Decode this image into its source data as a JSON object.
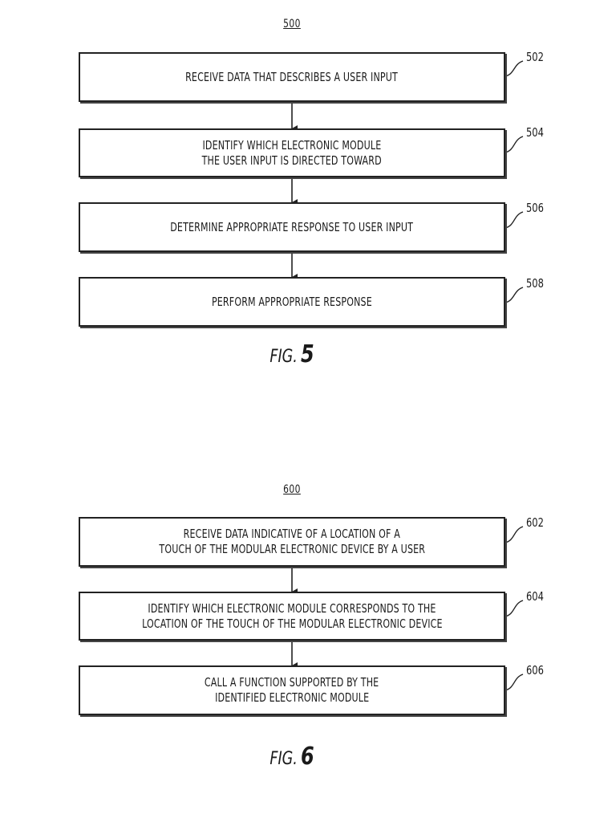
{
  "figure5": {
    "number": "500",
    "caption_prefix": "FIG.",
    "caption_num": "5",
    "steps": [
      {
        "ref": "502",
        "lines": [
          "RECEIVE DATA THAT DESCRIBES A USER INPUT"
        ]
      },
      {
        "ref": "504",
        "lines": [
          "IDENTIFY WHICH ELECTRONIC MODULE",
          "THE USER INPUT IS DIRECTED TOWARD"
        ]
      },
      {
        "ref": "506",
        "lines": [
          "DETERMINE APPROPRIATE RESPONSE TO USER INPUT"
        ]
      },
      {
        "ref": "508",
        "lines": [
          "PERFORM APPROPRIATE RESPONSE"
        ]
      }
    ]
  },
  "figure6": {
    "number": "600",
    "caption_prefix": "FIG.",
    "caption_num": "6",
    "steps": [
      {
        "ref": "602",
        "lines": [
          "RECEIVE DATA INDICATIVE OF A LOCATION OF A",
          "TOUCH OF THE MODULAR ELECTRONIC DEVICE BY A USER"
        ]
      },
      {
        "ref": "604",
        "lines": [
          "IDENTIFY WHICH ELECTRONIC MODULE CORRESPONDS TO THE",
          "LOCATION OF THE TOUCH OF THE MODULAR ELECTRONIC DEVICE"
        ]
      },
      {
        "ref": "606",
        "lines": [
          "CALL A FUNCTION SUPPORTED BY THE",
          "IDENTIFIED ELECTRONIC MODULE"
        ]
      }
    ]
  }
}
